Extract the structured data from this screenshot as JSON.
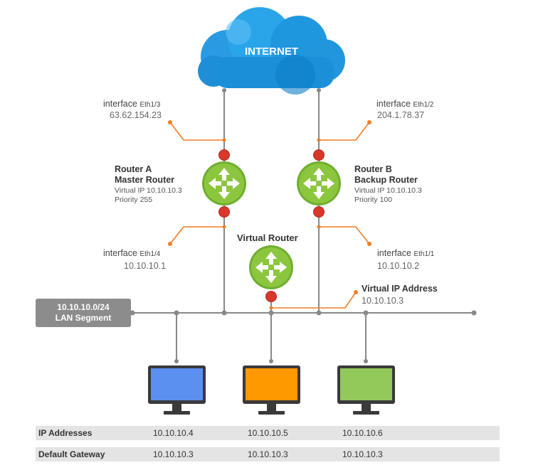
{
  "cloud": {
    "label": "INTERNET"
  },
  "router_a": {
    "title_line1": "Router A",
    "title_line2": "Master Router",
    "vip": "Virtual IP 10.10.10.3",
    "priority": "Priority 255",
    "upper_interface": {
      "prefix": "interface",
      "name": "Eth1/3",
      "ip": "63.62.154.23"
    },
    "lower_interface": {
      "prefix": "interface",
      "name": "Eth1/4",
      "ip": "10.10.10.1"
    }
  },
  "router_b": {
    "title_line1": "Router B",
    "title_line2": "Backup Router",
    "vip": "Virtual IP 10.10.10.3",
    "priority": "Priority 100",
    "upper_interface": {
      "prefix": "interface",
      "name": "Eth1/2",
      "ip": "204.1.78.37"
    },
    "lower_interface": {
      "prefix": "interface",
      "name": "Eth1/1",
      "ip": "10.10.10.2"
    }
  },
  "virtual_router": {
    "title": "Virtual Router",
    "vip_label": "Virtual IP Address",
    "vip": "10.10.10.3"
  },
  "lan_segment": {
    "line1": "10.10.10.0/24",
    "line2": "LAN Segment"
  },
  "hosts": [
    {
      "screen_color": "#5b8ff0",
      "ip": "10.10.10.4",
      "gateway": "10.10.10.3"
    },
    {
      "screen_color": "#ff9900",
      "ip": "10.10.10.5",
      "gateway": "10.10.10.3"
    },
    {
      "screen_color": "#92c95a",
      "ip": "10.10.10.6",
      "gateway": "10.10.10.3"
    }
  ],
  "table": {
    "ip_header": "IP Addresses",
    "gateway_header": "Default Gateway"
  },
  "colors": {
    "router_green": "#8cc63f",
    "interface_red": "#d9372b",
    "callout_orange": "#f07d22",
    "cloud_blue": "#1b8fd8",
    "link_gray": "#888888"
  }
}
